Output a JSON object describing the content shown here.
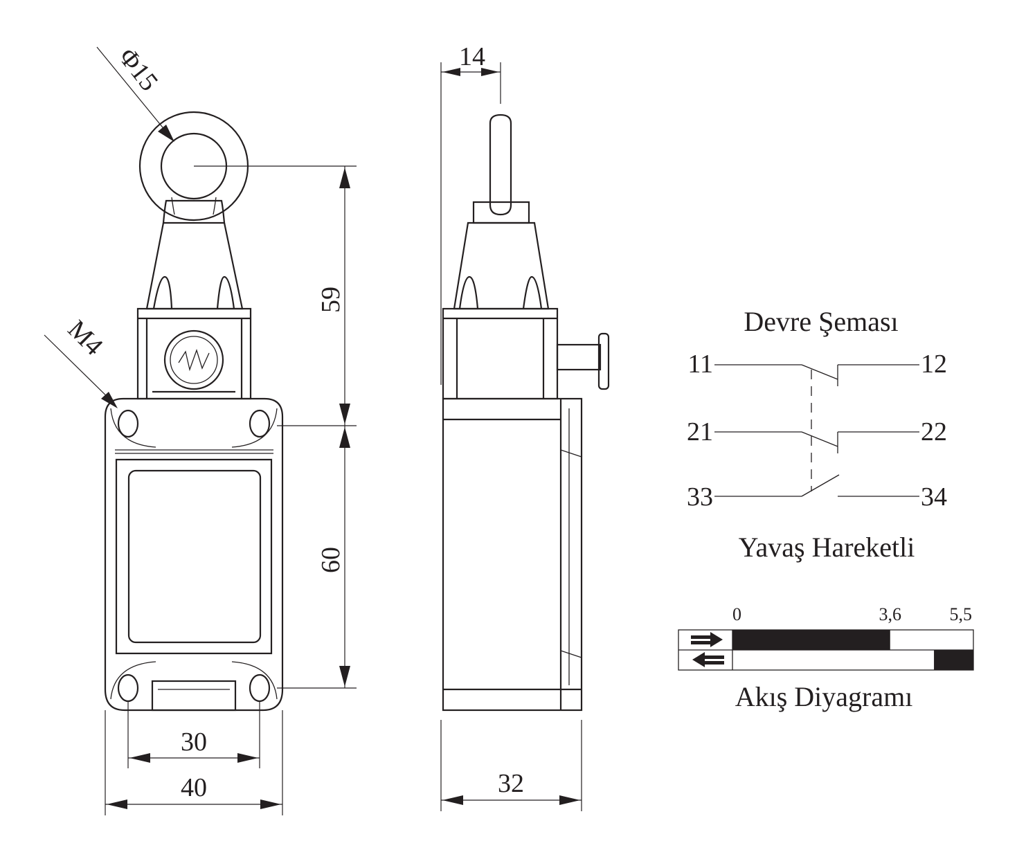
{
  "dimensions": {
    "ring_diameter": "Φ15",
    "thread": "M4",
    "head_height": "59",
    "body_height": "60",
    "hole_spacing": "30",
    "body_width": "40",
    "side_top": "14",
    "side_depth": "32"
  },
  "circuit": {
    "title": "Devre Şeması",
    "contacts": [
      {
        "left": "11",
        "right": "12"
      },
      {
        "left": "21",
        "right": "22"
      },
      {
        "left": "33",
        "right": "34"
      }
    ],
    "subtitle": "Yavaş Hareketli"
  },
  "flow": {
    "title": "Akış Diyagramı",
    "scale": [
      "0",
      "3,6",
      "5,5"
    ],
    "rows": [
      {
        "direction": "forward",
        "on_from": 0,
        "on_to": 3.6
      },
      {
        "direction": "reverse",
        "on_from": 4.6,
        "on_to": 5.5
      }
    ]
  }
}
